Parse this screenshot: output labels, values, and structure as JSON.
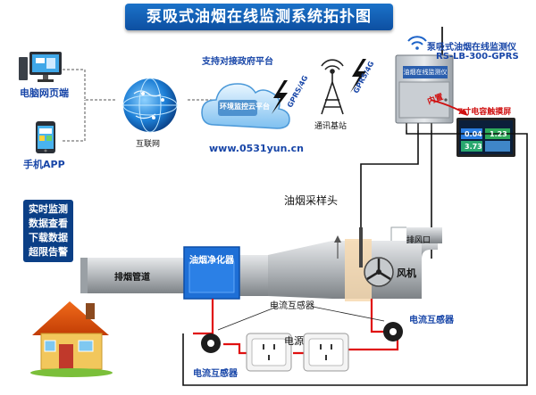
{
  "title": "泵吸式油烟在线监测系统拓扑图",
  "labels": {
    "pc": "电脑网页端",
    "phone": "手机APP",
    "internet": "互联网",
    "gov_platform": "支持对接政府平台",
    "cloud_text": "环境监控云平台",
    "url": "www.0531yun.cn",
    "gprs_left": "GPRS/4G",
    "gprs_right": "GPRS/4G",
    "base_station": "通讯基站",
    "monitor_name": "泵吸式油烟在线监测仪",
    "monitor_model": "RS-LB-300-GPRS",
    "device_tag": "油烟在线监测仪",
    "builtin": "内置",
    "touchscreen": "7寸电容触摸屏",
    "sampling_head": "油烟采样头",
    "exhaust_outlet": "排风口",
    "exhaust_pipe": "排烟管道",
    "purifier": "油烟净化器",
    "fan": "风机",
    "ct_top": "电流互感器",
    "ct_right": "电流互感器",
    "ct_bottom": "电流互感器",
    "power": "电源"
  },
  "features": [
    "实时监测",
    "数据查看",
    "下载数据",
    "超限告警"
  ],
  "screen_values": [
    "0.04",
    "1.23",
    "3.73"
  ],
  "colors": {
    "title_bg": "#1565c0",
    "label_blue": "#1846a8",
    "alert_red": "#d01010",
    "pipe_gray": "#a8adb2",
    "purifier_blue": "#1e6fd6",
    "wire_red": "#e01010"
  }
}
